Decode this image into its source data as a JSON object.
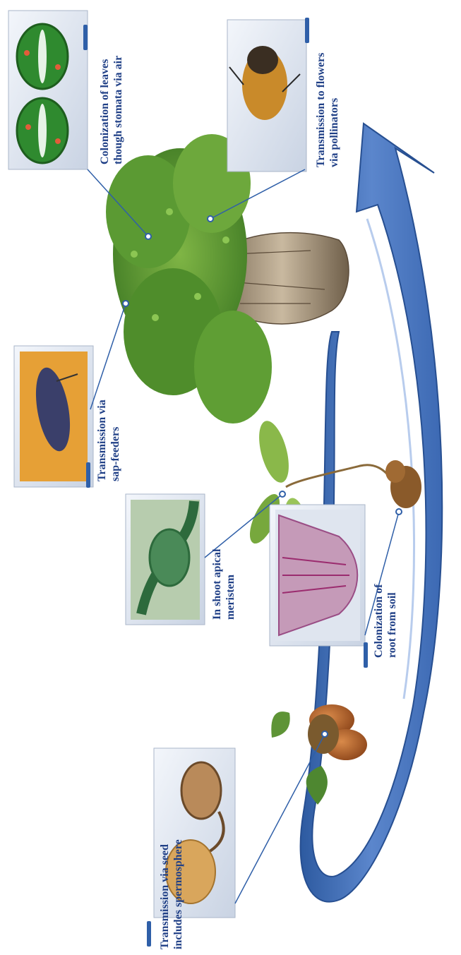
{
  "figure": {
    "arrow_color": "#4a77bf",
    "leader_color": "#2f5fa8",
    "label_color": "#1f3f86"
  },
  "labels": {
    "sap_feeders": [
      "Transmission via",
      "sap-feeders"
    ],
    "leaves_stomata": [
      "Colonization of leaves",
      "though stomata via air"
    ],
    "pollinators": [
      "Transmission to flowers",
      "via pollinators"
    ],
    "shoot_meristem": [
      "In shoot apical",
      "meristem"
    ],
    "root_soil": [
      "Colonization of",
      "root from soil"
    ],
    "seed_spermosphere": [
      "Transmission via seed",
      "includes spermosphere"
    ]
  },
  "panels": {
    "sap_feeders": "leafhopper-insect-photo",
    "leaves_stomata": "stomata-illustration",
    "pollinators": "bee-photo",
    "shoot_meristem": "shoot-apical-meristem-micrograph",
    "root_soil": "root-tip-micrograph",
    "seed_spermosphere": "walnut-and-seed-illustration"
  }
}
